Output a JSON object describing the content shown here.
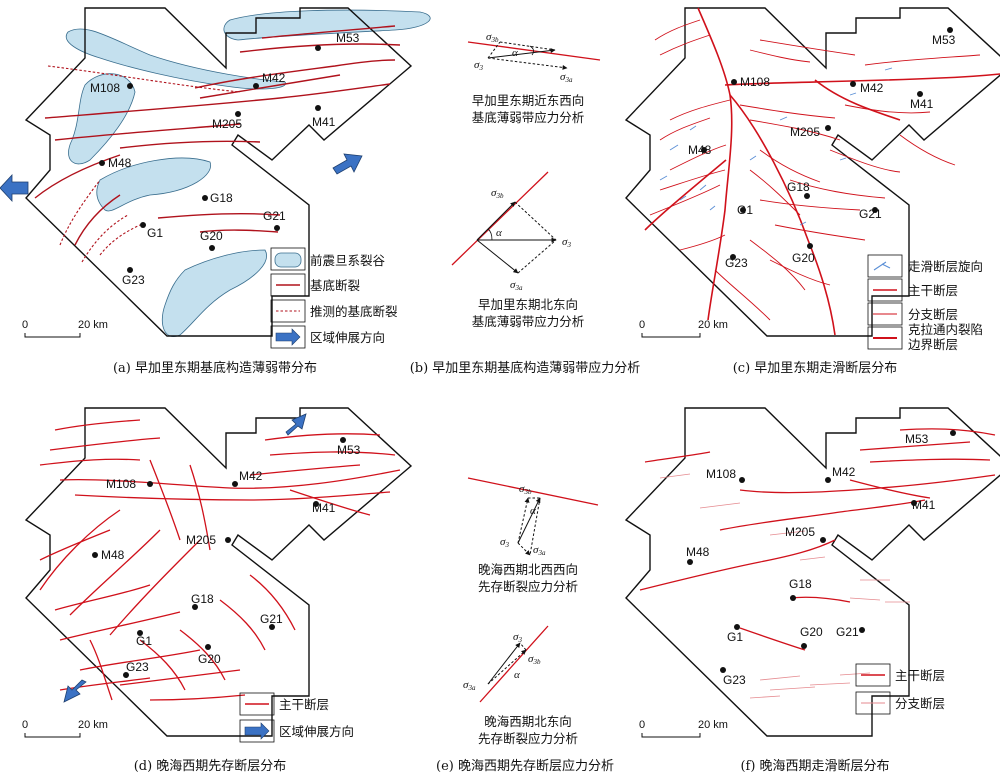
{
  "panels": {
    "a": {
      "caption": "(a) 早加里东期基底构造薄弱带分布",
      "wells": [
        "M53",
        "M42",
        "M108",
        "M41",
        "M205",
        "M48",
        "G18",
        "G21",
        "G1",
        "G20",
        "G23"
      ],
      "legend": [
        "前震旦系裂谷",
        "基底断裂",
        "推测的基底断裂",
        "区域伸展方向"
      ],
      "scale_zero": "0",
      "scale_dist": "20 km"
    },
    "b": {
      "top_title": [
        "早加里东期近东西向",
        "基底薄弱带应力分析"
      ],
      "bottom_title": [
        "早加里东期北东向",
        "基底薄弱带应力分析"
      ],
      "caption": "(b) 早加里东期基底构造薄弱带应力分析",
      "sig3": "σ",
      "sub3": "3",
      "sub3a": "3a",
      "sub3b": "3b",
      "alpha": "α"
    },
    "c": {
      "caption": "(c) 早加里东期走滑断层分布",
      "wells": [
        "M53",
        "M108",
        "M42",
        "M41",
        "M205",
        "M48",
        "G18",
        "G1",
        "G21",
        "G23",
        "G20"
      ],
      "legend": [
        "走滑断层旋向",
        "主干断层",
        "分支断层",
        "克拉通内裂陷",
        "边界断层"
      ],
      "scale_zero": "0",
      "scale_dist": "20 km"
    },
    "d": {
      "caption": "(d) 晚海西期先存断层分布",
      "wells": [
        "M53",
        "M108",
        "M42",
        "M41",
        "M205",
        "M48",
        "G18",
        "G21",
        "G1",
        "G20",
        "G23"
      ],
      "legend": [
        "主干断层",
        "区域伸展方向"
      ],
      "scale_zero": "0",
      "scale_dist": "20 km"
    },
    "e": {
      "top_title": [
        "晚海西期北西西向",
        "先存断裂应力分析"
      ],
      "bottom_title": [
        "晚海西期北东向",
        "先存断裂应力分析"
      ],
      "caption": "(e) 晚海西期先存断层应力分析",
      "sig3": "σ",
      "sub3": "3",
      "sub3a": "3a",
      "sub3b": "3b",
      "alpha": "α"
    },
    "f": {
      "caption": "(f) 晚海西期走滑断层分布",
      "wells": [
        "M53",
        "M108",
        "M42",
        "M41",
        "M205",
        "M48",
        "G18",
        "G1",
        "G20",
        "G21",
        "G23"
      ],
      "legend": [
        "主干断层",
        "分支断层"
      ],
      "scale_zero": "0",
      "scale_dist": "20 km"
    }
  },
  "colors": {
    "fault": "#d0111b",
    "rift": "#c4e0ee",
    "rift_stroke": "#3a6e8e",
    "arrow": "#3b72c4",
    "outline": "#111111",
    "strike_slip": "#5b8fd6"
  }
}
